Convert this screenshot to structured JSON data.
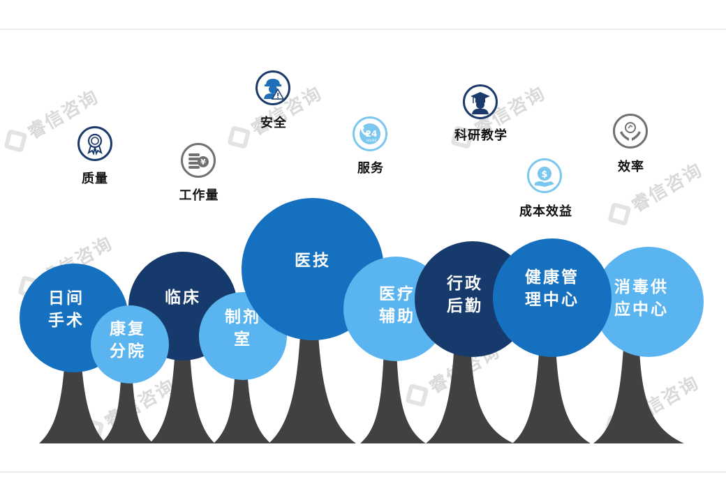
{
  "watermark": "睿信咨询",
  "colors": {
    "trunk": "#414143",
    "navy": "#163a6b",
    "blue": "#1670c0",
    "mid_blue": "#2b8fd6",
    "light_blue": "#5ab4ef",
    "icon_navy": "#1b3a6b",
    "icon_gray": "#707070",
    "icon_sky": "#7cc7f0"
  },
  "indicators": [
    {
      "key": "quality",
      "label": "质量",
      "icon": "award-ribbon-icon"
    },
    {
      "key": "workload",
      "label": "工作量",
      "icon": "coin-stack-yen-icon"
    },
    {
      "key": "safety",
      "label": "安全",
      "icon": "worker-warning-icon"
    },
    {
      "key": "service",
      "label": "服务",
      "icon": "24-hours-phone-icon"
    },
    {
      "key": "research",
      "label": "科研教学",
      "icon": "graduate-icon"
    },
    {
      "key": "cost",
      "label": "成本效益",
      "icon": "dollar-coin-hand-icon"
    },
    {
      "key": "efficiency",
      "label": "效率",
      "icon": "hands-gauge-icon"
    }
  ],
  "departments": [
    {
      "key": "day-surgery",
      "label": "日间\n手术"
    },
    {
      "key": "rehab",
      "label": "康复\n分院"
    },
    {
      "key": "clinical",
      "label": "临床"
    },
    {
      "key": "pharmacy",
      "label": "制剂\n室"
    },
    {
      "key": "medtech",
      "label": "医技"
    },
    {
      "key": "med-aux",
      "label": "医疗\n辅助"
    },
    {
      "key": "admin",
      "label": "行政\n后勤"
    },
    {
      "key": "health-mgmt",
      "label": "健康管\n理中心"
    },
    {
      "key": "sterile",
      "label": "消毒供\n应中心"
    }
  ]
}
